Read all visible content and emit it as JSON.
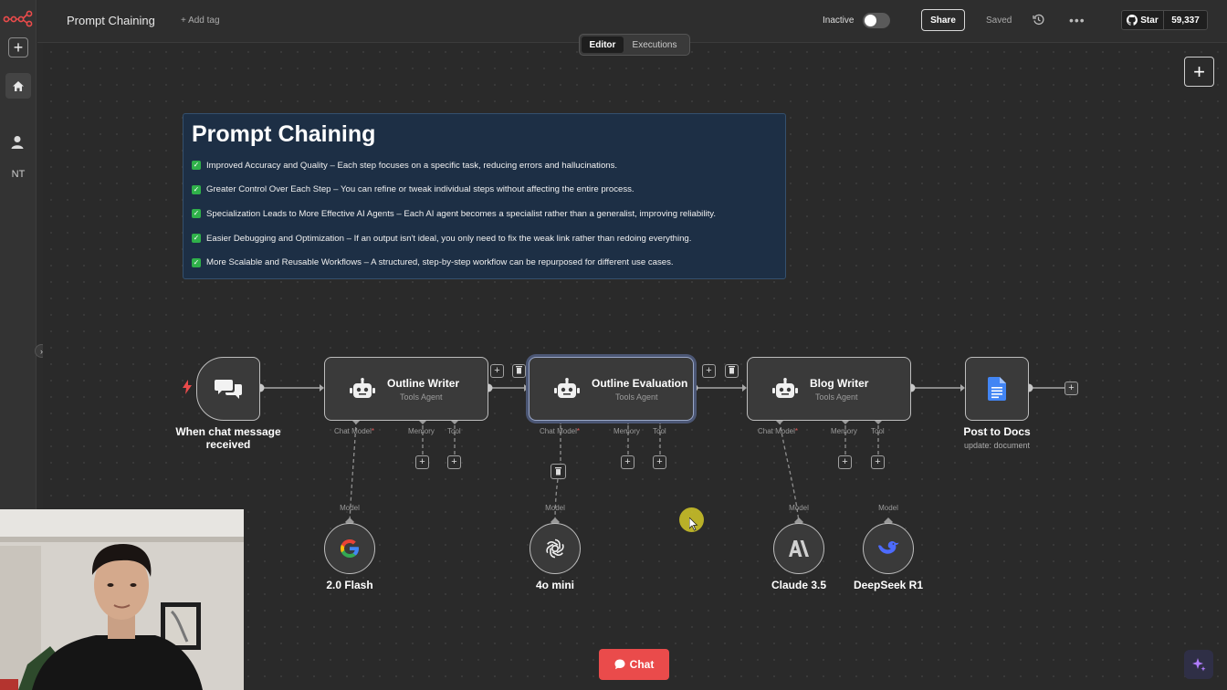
{
  "app": {
    "workflow_title": "Prompt Chaining",
    "add_tag": "+ Add tag",
    "status_label": "Inactive",
    "share_label": "Share",
    "saved_label": "Saved",
    "more_label": "•••",
    "github_star_label": "Star",
    "github_star_count": "59,337",
    "user_initials": "NT"
  },
  "tabs": [
    {
      "label": "Editor",
      "active": true
    },
    {
      "label": "Executions",
      "active": false
    }
  ],
  "sticky_note": {
    "title": "Prompt Chaining",
    "items": [
      "Improved Accuracy and Quality – Each step focuses on a specific task, reducing errors and hallucinations.",
      "Greater Control Over Each Step – You can refine or tweak individual steps without affecting the entire process.",
      "Specialization Leads to More Effective AI Agents – Each AI agent becomes a specialist rather than a generalist, improving reliability.",
      "Easier Debugging and Optimization – If an output isn't ideal, you only need to fix the weak link rather than redoing everything.",
      "More Scalable and Reusable Workflows – A structured, step-by-step workflow can be repurposed for different use cases."
    ]
  },
  "nodes": {
    "trigger": {
      "label": "When chat message received"
    },
    "outline_writer": {
      "title": "Outline Writer",
      "subtitle": "Tools Agent"
    },
    "outline_evaluation": {
      "title": "Outline Evaluation",
      "subtitle": "Tools Agent"
    },
    "blog_writer": {
      "title": "Blog Writer",
      "subtitle": "Tools Agent"
    },
    "post_to_docs": {
      "label": "Post to Docs",
      "sublabel": "update: document"
    }
  },
  "ports": {
    "chat_model": "Chat Model",
    "required_mark": "*",
    "memory": "Memory",
    "tool": "Tool",
    "model": "Model"
  },
  "models": {
    "gemini": {
      "label": "2.0 Flash",
      "icon": "google-icon"
    },
    "openai": {
      "label": "4o mini",
      "icon": "openai-icon"
    },
    "claude": {
      "label": "Claude 3.5",
      "icon": "anthropic-icon"
    },
    "deepseek": {
      "label": "DeepSeek R1",
      "icon": "deepseek-icon"
    }
  },
  "chat_button": {
    "label": "Chat"
  },
  "colors": {
    "brand": "#ea4b4b",
    "sticky_bg": "#1d2f45",
    "check_green": "#2fb14a",
    "canvas_bg": "#2a2a2a"
  }
}
